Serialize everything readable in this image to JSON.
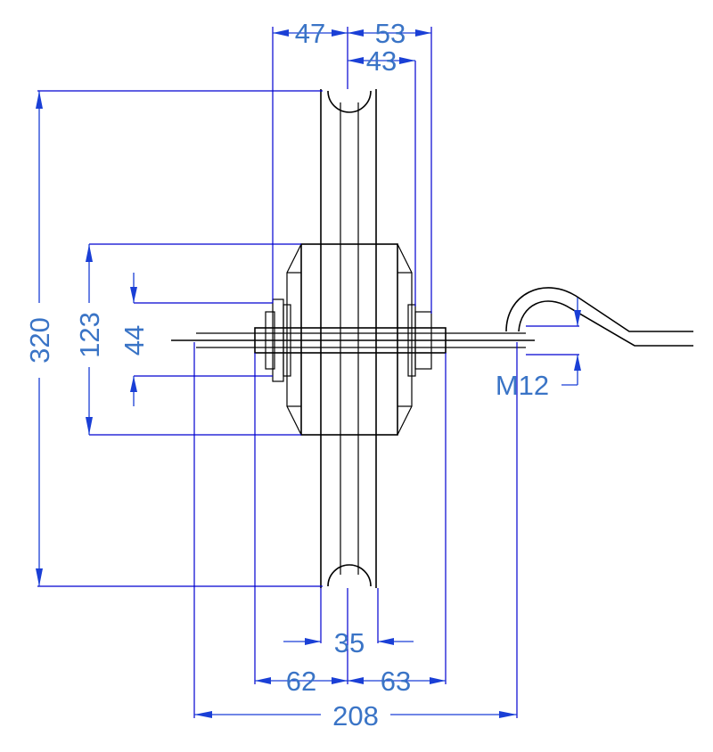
{
  "drawing": {
    "colors": {
      "geometry": "#000000",
      "dimension": "#1a3fd6",
      "dimension_text": "#3a74c6",
      "background": "#ffffff"
    },
    "dimensions": {
      "top_left_width": "47",
      "top_right_width": "53",
      "top_inner_width": "43",
      "wheel_diameter": "320",
      "hub_diameter": "123",
      "bearing_diameter": "44",
      "thread_size": "M12",
      "tread_width": "35",
      "bottom_left_width": "62",
      "bottom_right_width": "63",
      "overall_width": "208"
    }
  }
}
